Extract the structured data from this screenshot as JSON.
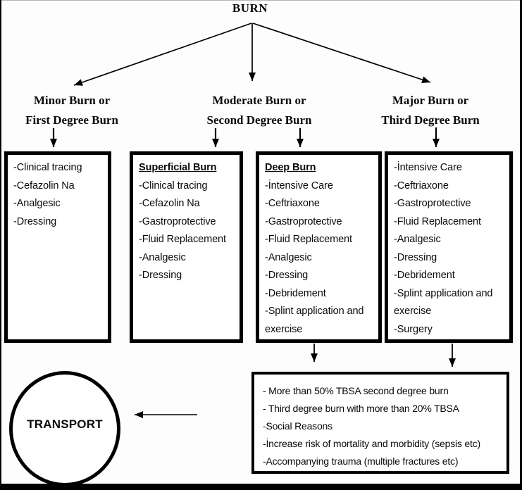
{
  "diagram": {
    "title": "BURN",
    "branches": [
      {
        "line1": "Minor Burn or",
        "line2": "First Degree Burn"
      },
      {
        "line1": "Moderate Burn or",
        "line2": "Second Degree Burn"
      },
      {
        "line1": "Major Burn or",
        "line2": "Third Degree Burn"
      }
    ],
    "treatment_boxes": [
      {
        "header": "",
        "items": [
          "-Clinical tracing",
          "-Cefazolin Na",
          "-Analgesic",
          "-Dressing"
        ]
      },
      {
        "header": "Superficial Burn",
        "items": [
          "-Clinical tracing",
          "-Cefazolin Na",
          "-Gastroprotective",
          "-Fluid Replacement",
          "-Analgesic",
          "-Dressing"
        ]
      },
      {
        "header": "Deep Burn",
        "items": [
          "-İntensive Care",
          "-Ceftriaxone",
          "-Gastroprotective",
          "-Fluid Replacement",
          "-Analgesic",
          "-Dressing",
          "-Debridement",
          "-Splint application and exercise"
        ]
      },
      {
        "header": "",
        "items": [
          "-İntensive Care",
          "-Ceftriaxone",
          "-Gastroprotective",
          "-Fluid Replacement",
          "-Analgesic",
          "-Dressing",
          "-Debridement",
          "-Splint application and exercise",
          "-Surgery"
        ]
      }
    ],
    "transport_criteria": [
      "- More than 50% TBSA second degree burn",
      "- Third degree burn with more than 20% TBSA",
      "-Social Reasons",
      "-İncrease risk of mortality and morbidity (sepsis etc)",
      "-Accompanying trauma  (multiple fractures etc)"
    ],
    "transport_label": "TRANSPORT",
    "colors": {
      "line": "#000000",
      "background": "#ffffff"
    }
  }
}
